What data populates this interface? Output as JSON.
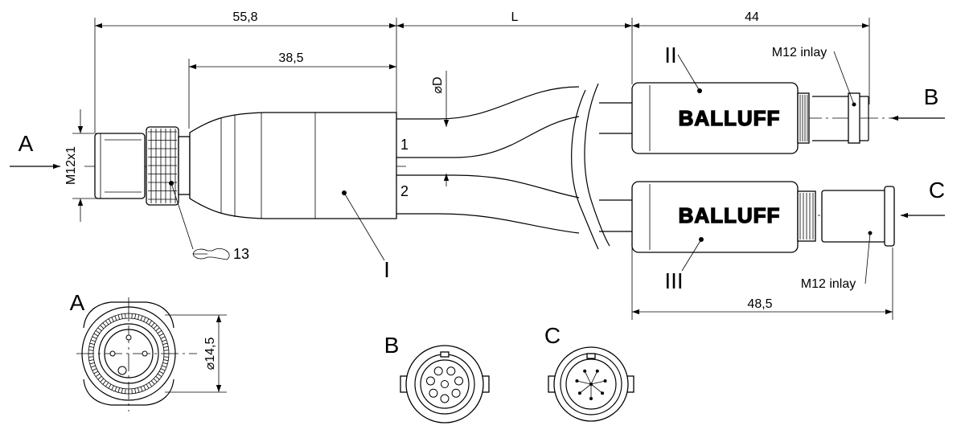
{
  "dimensions": {
    "overall_left": "55,8",
    "body_length": "38,5",
    "cable_length": "L",
    "right_plug_length": "44",
    "lower_plug_length": "48,5",
    "cable_diameter": "⌀D",
    "thread": "M12x1",
    "nut_diameter": "⌀14,5",
    "wrench_size": "13"
  },
  "labels": {
    "view_a": "A",
    "view_b": "B",
    "view_c": "C",
    "view_a_detail": "A",
    "view_b_detail": "B",
    "view_c_detail": "C",
    "part_i": "I",
    "part_ii": "II",
    "part_iii": "III",
    "branch_1": "1",
    "branch_2": "2",
    "inlay_upper": "M12 inlay",
    "inlay_lower": "M12 inlay"
  },
  "brand": {
    "logo_upper": "BALLUFF",
    "logo_lower": "BALLUFF"
  }
}
